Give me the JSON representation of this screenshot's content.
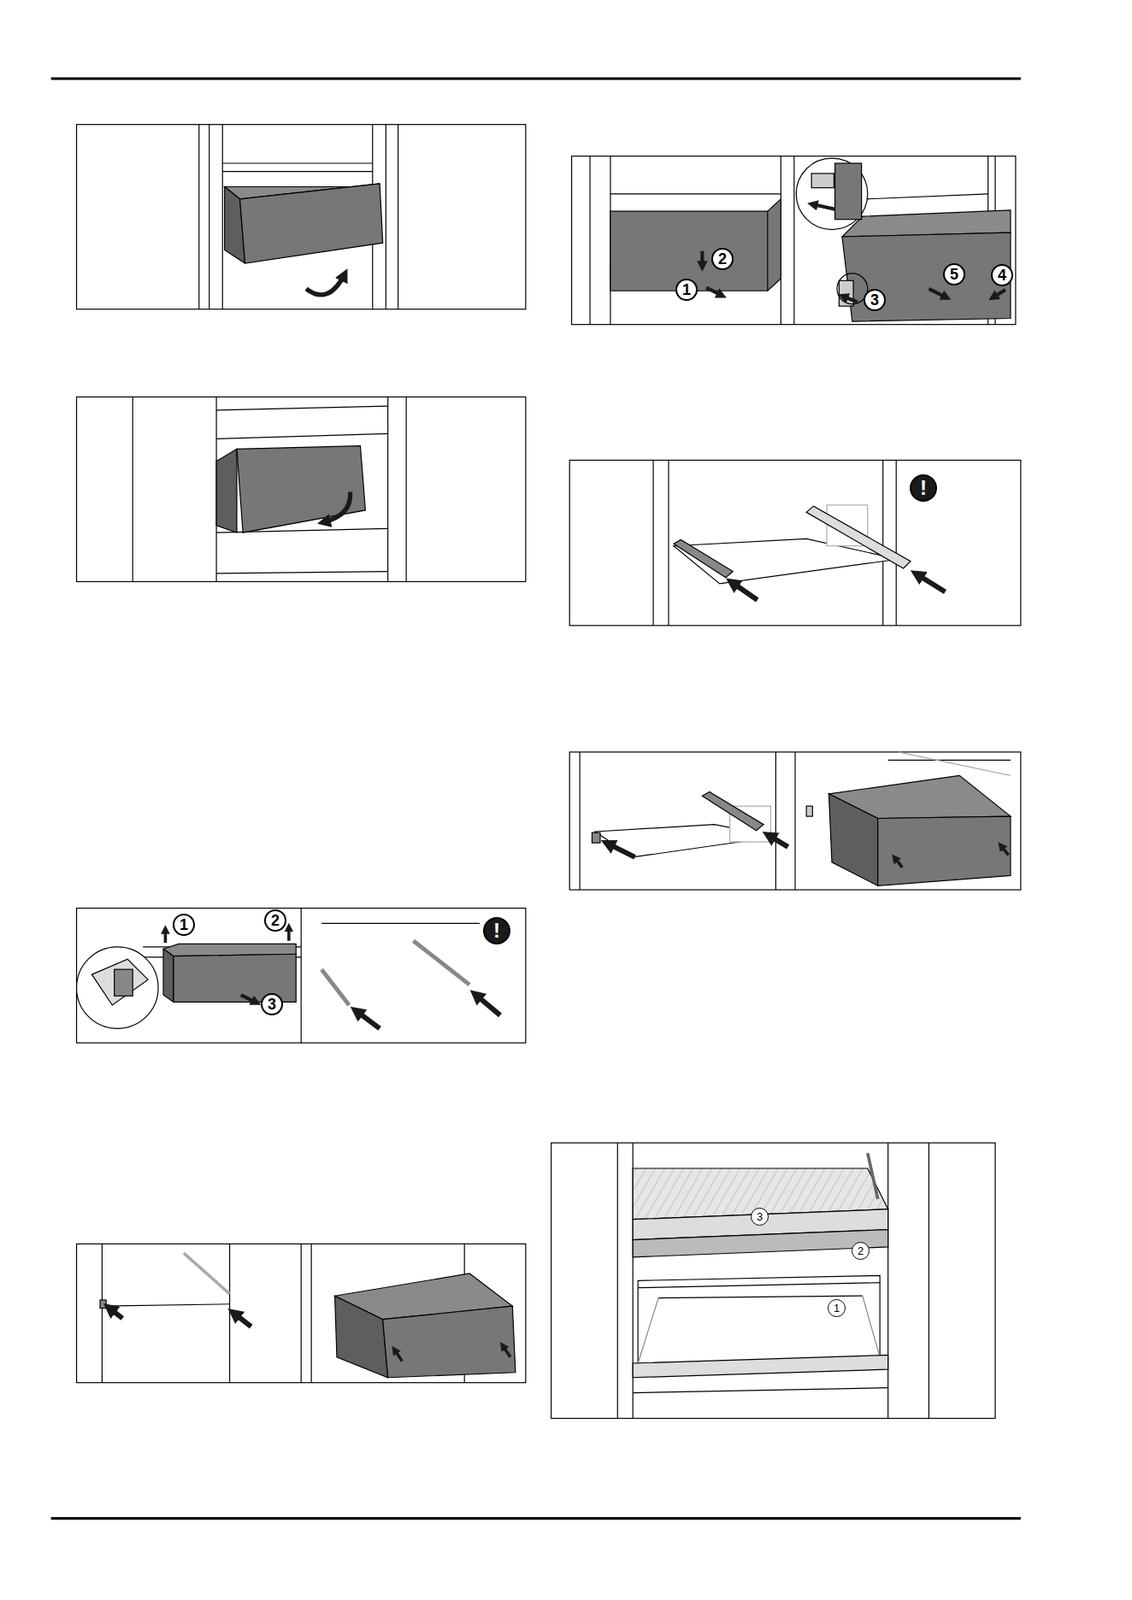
{
  "diagram": {
    "labels": [
      "2",
      "1",
      "5",
      "4",
      "3",
      "!",
      "1",
      "2",
      "3",
      "!",
      "3",
      "2",
      "1"
    ]
  }
}
